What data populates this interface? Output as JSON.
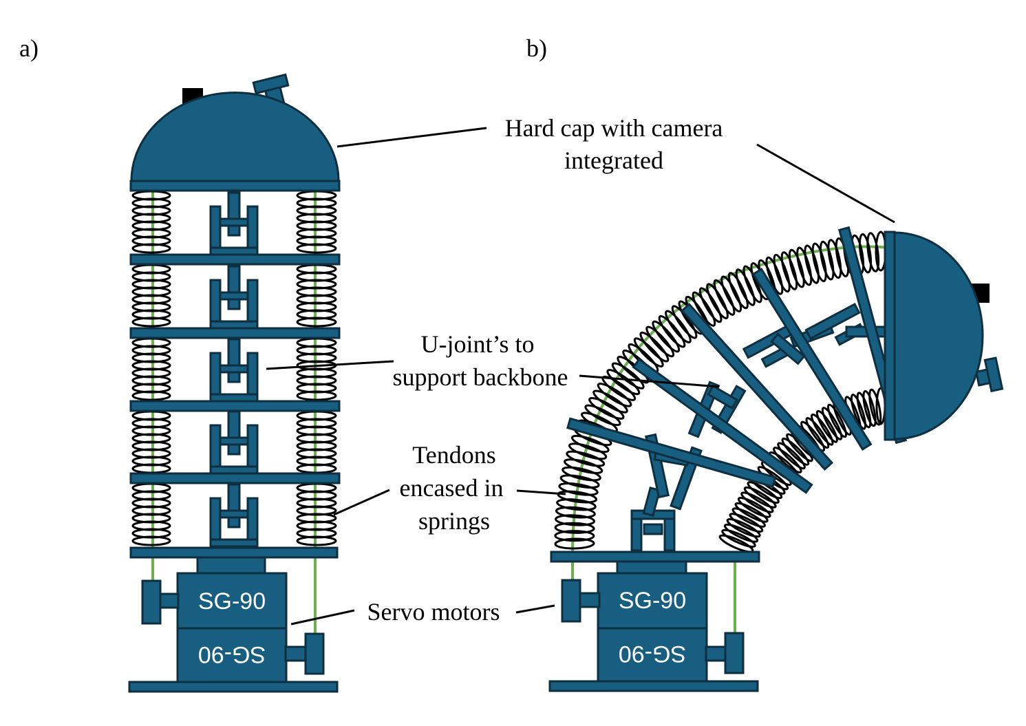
{
  "panels": {
    "a": {
      "label": "a)"
    },
    "b": {
      "label": "b)"
    }
  },
  "annotations": {
    "cap_line1": "Hard cap with camera",
    "cap_line2": "integrated",
    "ujoint_line1": "U-joint’s to",
    "ujoint_line2": "support backbone",
    "tendon_line1": "Tendons",
    "tendon_line2": "encased in",
    "tendon_line3": "springs",
    "servo": "Servo motors"
  },
  "motors": {
    "label_upright": "SG-90",
    "label_flipped": "SG-90"
  },
  "colors": {
    "body": "#175e80",
    "outline": "#0d2f40",
    "tendon": "#6ab04c",
    "spring": "#000000"
  }
}
